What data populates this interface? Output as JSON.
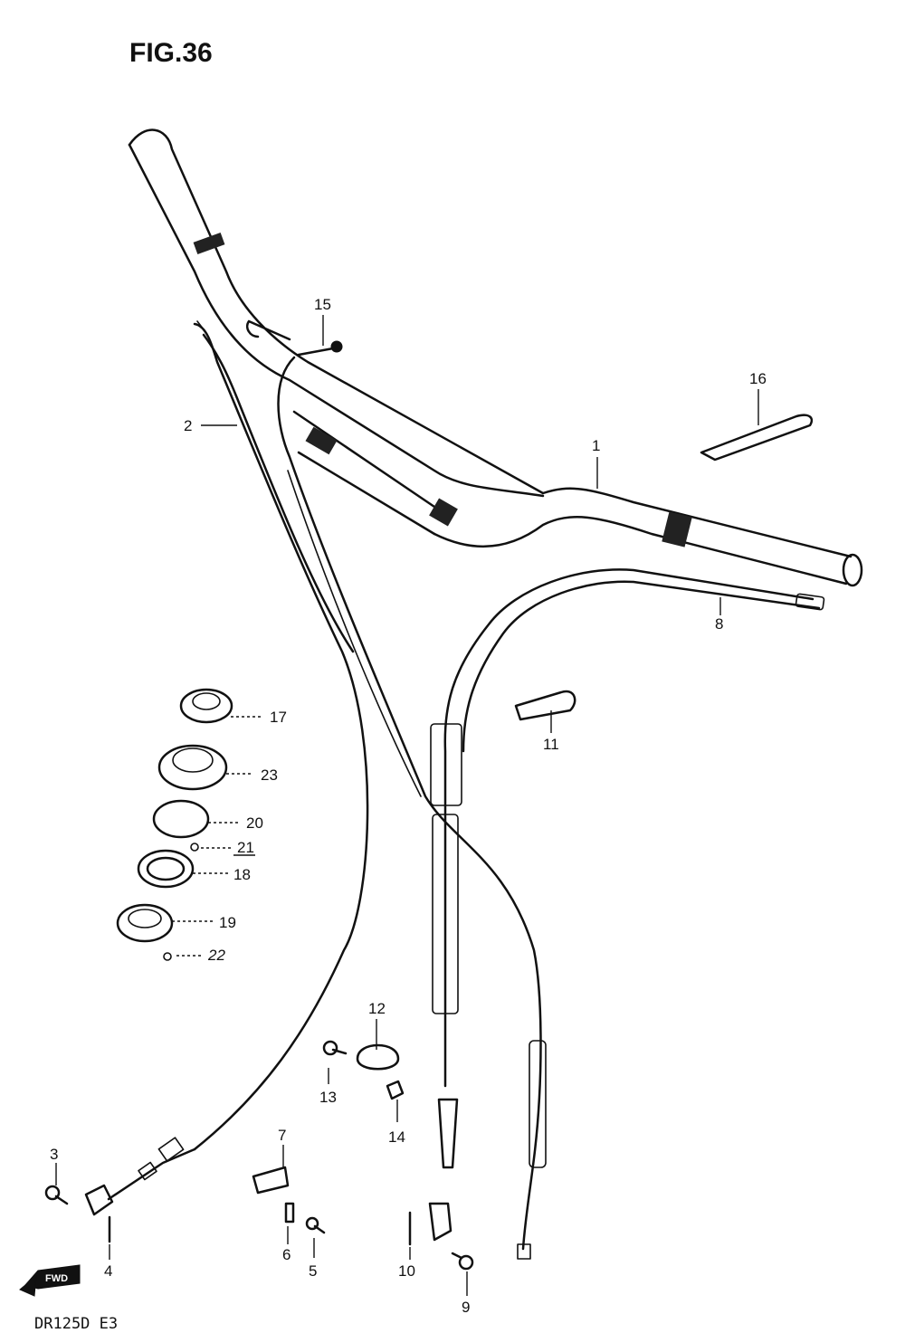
{
  "figure": {
    "title": "FIG.36",
    "model_code": "DR125D  E3",
    "fwd_badge": "FWD"
  },
  "callouts": {
    "c1": "1",
    "c2": "2",
    "c3": "3",
    "c4": "4",
    "c5": "5",
    "c6": "6",
    "c7": "7",
    "c8": "8",
    "c9": "9",
    "c10": "10",
    "c11": "11",
    "c12": "12",
    "c13": "13",
    "c14": "14",
    "c15": "15",
    "c16": "16",
    "c17": "17",
    "c18": "18",
    "c19": "19",
    "c20": "20",
    "c21": "21",
    "c22": "22",
    "c23": "23"
  }
}
